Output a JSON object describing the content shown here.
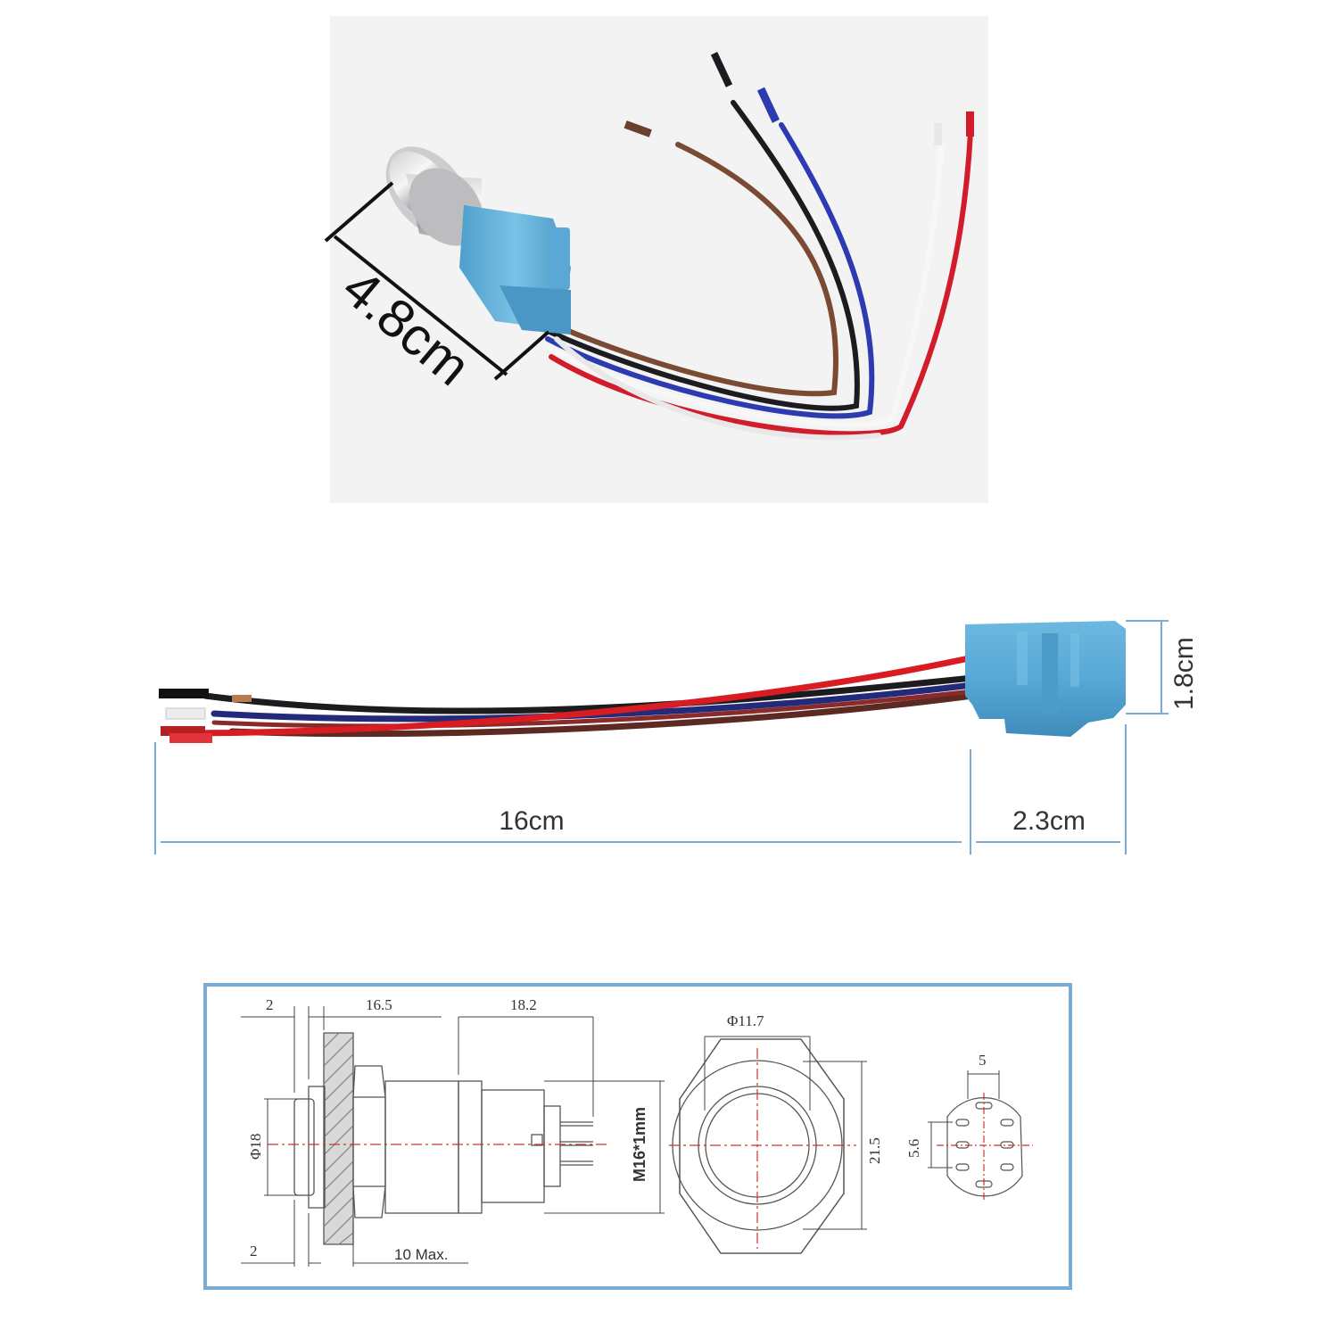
{
  "photo": {
    "length_label": "4.8cm",
    "wire_colors": [
      "#7a4a32",
      "#1b1b20",
      "#2d3bb0",
      "#f2f2f2",
      "#d21c2c"
    ],
    "connector_color": "#5aaed8"
  },
  "cable": {
    "height_label": "1.8cm",
    "cable_length_label": "16cm",
    "connector_length_label": "2.3cm"
  },
  "drawing": {
    "frame_color": "#7aaad6",
    "dim_2_top": "2",
    "dim_16_5": "16.5",
    "dim_18_2": "18.2",
    "dim_phi18": "Φ18",
    "dim_m16": "M16*1mm",
    "dim_2_bottom": "2",
    "dim_10max": "10 Max.",
    "dim_phi11_7": "Φ11.7",
    "dim_21_5": "21.5",
    "dim_5": "5",
    "dim_5_6": "5.6"
  }
}
